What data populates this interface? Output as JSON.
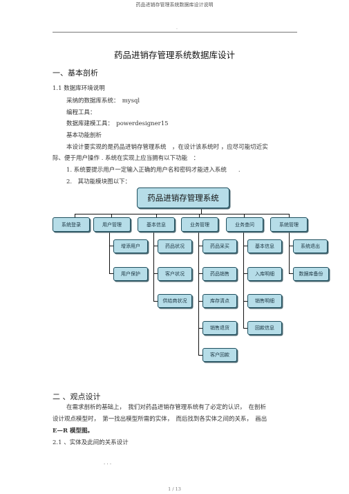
{
  "header": {
    "running_title": "药品进销存管理系统数据库设计说明",
    "dot": "."
  },
  "title": "药品进销存管理系统数据库设计",
  "sections": {
    "s1_heading": "一、基本剖析",
    "s1_1": "1.1 数据库环境说明",
    "db_system": "采纳的数据库系统：　mysql",
    "prog_tool": "编程工具：",
    "modeling_tool": "数据库建模工具：　powerdesigner15",
    "func_analysis": "基本功能剖析",
    "para1_line1": "本设计要实现的是药品进销存管理系统　，在设计该系统时 ，应尽可能切近实",
    "para1_line2": "际、便于用户操作 . 系统在实现上应当拥有以下功能　：",
    "item1": "1. 系统要提示用户一定输入正确的用户名和密码才能进入系统　　.",
    "item2": "2.　其功能模块图以下：",
    "s2_heading": "二 、观点设计",
    "para2_line1": "在需求剖析的基础上，　我们对药品进销存管理系统有了必定的认识，　在剖析",
    "para2_line2": "设计观点模型时，　第一找出模型所需的实体，　而后找到各实体之间的关系，　画出",
    "para2_line3": "E—R 模型图。",
    "s2_1": "2.1 、实体及此间的关系设计",
    "dots": ". . ."
  },
  "diagram": {
    "root": "药品进销存管理系统",
    "categories": [
      "系统登录",
      "用户管理",
      "基本信息",
      "业务管理",
      "业务查问",
      "系统管理"
    ],
    "user_mgmt": [
      "增添用户",
      "用户保护"
    ],
    "basic_info": [
      "药品状况",
      "客户状况",
      "供给商状况"
    ],
    "business": [
      "药品采买",
      "药品销售",
      "库存清点",
      "销售退货",
      "客户回款"
    ],
    "query": [
      "基本信息",
      "入库明细",
      "销售明细",
      "回款信息"
    ],
    "sys_mgmt": [
      "系统退出",
      "数据库备份"
    ]
  },
  "footer": {
    "page": "1 / 13"
  }
}
